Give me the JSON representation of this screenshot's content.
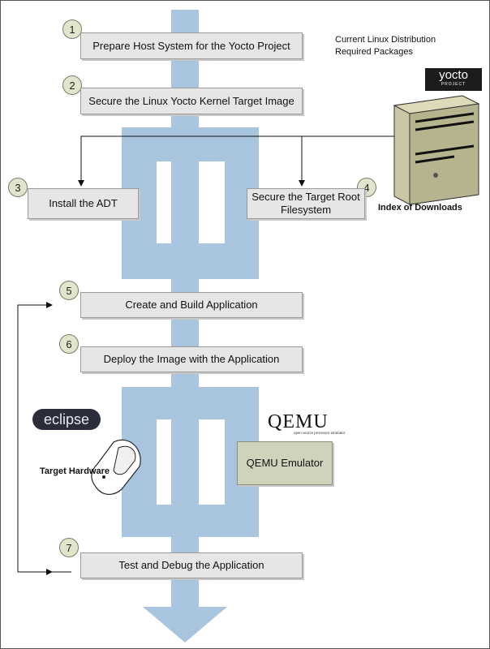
{
  "steps": [
    {
      "number": "1",
      "label": "Prepare Host System for the Yocto Project"
    },
    {
      "number": "2",
      "label": "Secure the Linux Yocto Kernel Target Image"
    },
    {
      "number": "3",
      "label": "Install the ADT"
    },
    {
      "number": "4",
      "label": "Secure the Target Root Filesystem"
    },
    {
      "number": "5",
      "label": "Create and Build Application"
    },
    {
      "number": "6",
      "label": "Deploy the Image with the Application"
    },
    {
      "number": "7",
      "label": "Test and Debug the Application"
    }
  ],
  "notes": {
    "distro_line1": "Current Linux Distribution",
    "distro_line2": "Required Packages",
    "downloads": "Index of Downloads",
    "target_hw": "Target Hardware",
    "qemu_box": "QEMU Emulator"
  },
  "logos": {
    "yocto": "yocto",
    "yocto_sub": "PROJECT",
    "eclipse": "eclipse",
    "qemu": "QEMU",
    "qemu_sub": "open source processor emulator"
  },
  "colors": {
    "flow": "#a9c4de",
    "box": "#e6e6e6",
    "badge": "#e0e6cc",
    "qemu_box": "#cfd3bc"
  }
}
